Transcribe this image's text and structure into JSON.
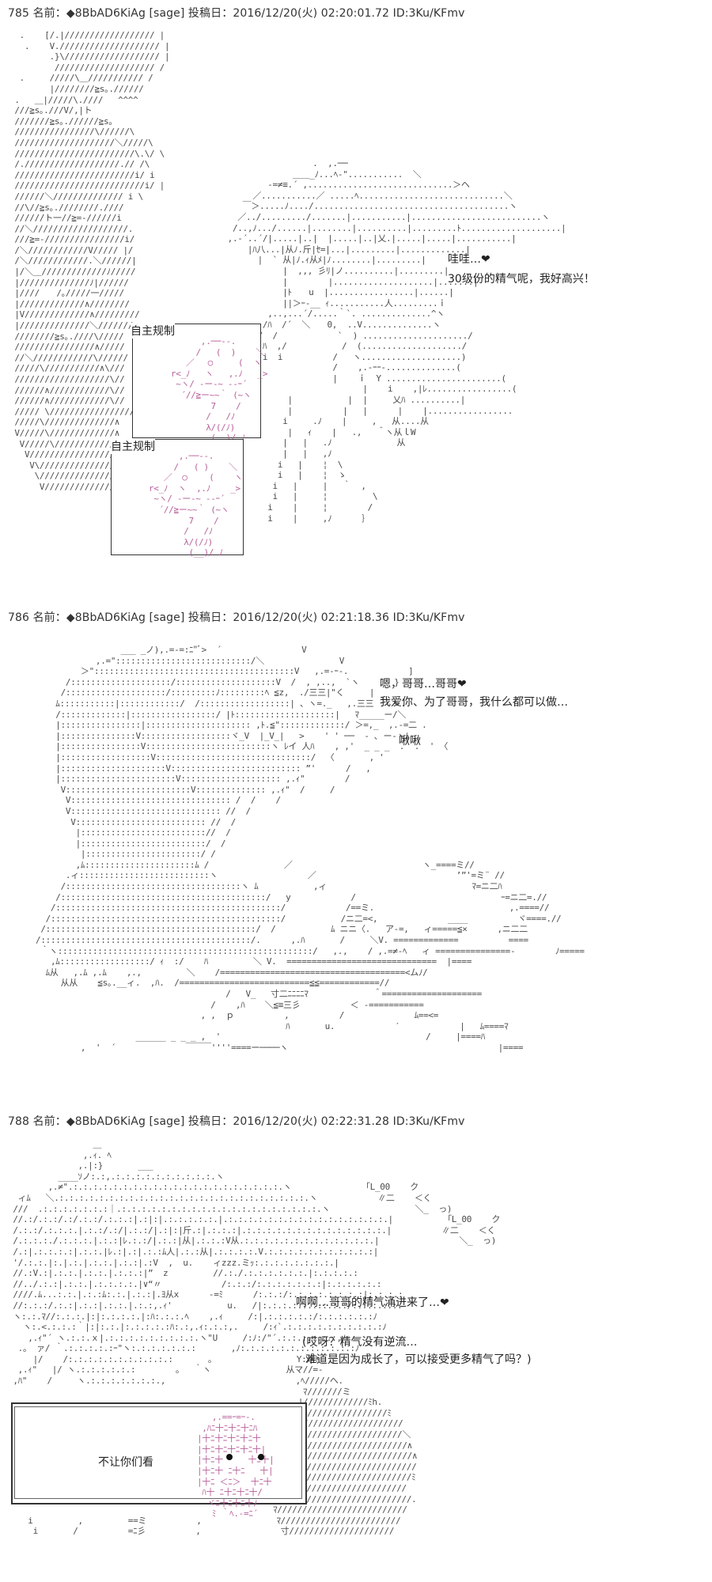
{
  "posts": [
    {
      "header": "785 名前：◆8BbAD6KiAg [sage] 投稿日：2016/12/20(火) 02:20:01.72 ID:3Ku/KFmv",
      "dialog": [
        "哇哇…❤",
        "30级份的精气呢，我好高兴！"
      ],
      "boxes": [
        "自主规制",
        "自主规制"
      ]
    },
    {
      "header": "786 名前：◆8BbAD6KiAg [sage] 投稿日：2016/12/20(火) 02:21:18.36 ID:3Ku/KFmv",
      "dialog": [
        "嗯，哥哥…哥哥❤",
        "我爱你、为了哥哥，我什么都可以做…",
        "啾啾"
      ]
    },
    {
      "header": "788 名前：◆8BbAD6KiAg [sage] 投稿日：2016/12/20(火) 02:22:31.28 ID:3Ku/KFmv",
      "dialog": [
        "啊啊…哥哥的精气涌进来了…❤",
        "(哎呀？精气没有逆流…",
        "难道是因为成长了，可以接受更多精气了吗？)"
      ],
      "boxes": [
        "不让你们看"
      ]
    }
  ]
}
